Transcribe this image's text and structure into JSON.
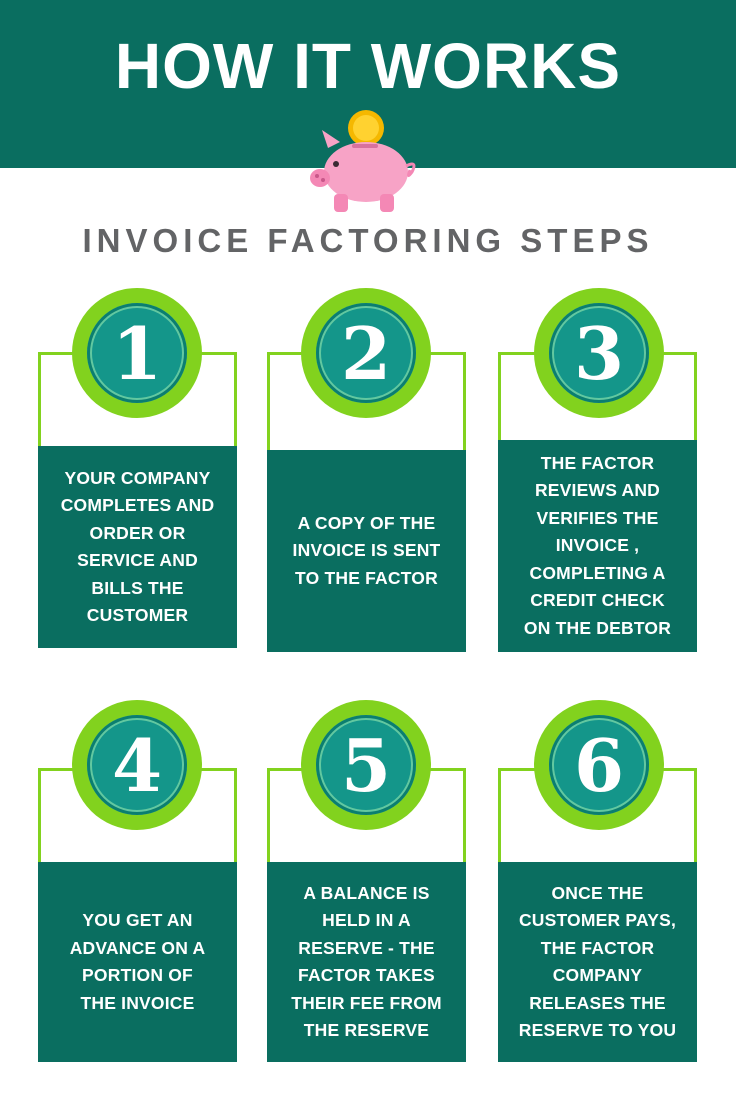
{
  "header": {
    "title": "HOW IT WORKS"
  },
  "subtitle": "INVOICE FACTORING STEPS",
  "icons": {
    "piggy": "piggy-bank-icon"
  },
  "colors": {
    "teal": "#0a6e60",
    "lime": "#82d21e",
    "badge_inner": "#14968a",
    "subtitle_gray": "#636466"
  },
  "steps": [
    {
      "number": "1",
      "text": "YOUR COMPANY\nCOMPLETES AND\nORDER OR\nSERVICE  AND\nBILLS THE\nCUSTOMER"
    },
    {
      "number": "2",
      "text": "A COPY OF THE\nINVOICE IS SENT\nTO THE FACTOR"
    },
    {
      "number": "3",
      "text": "THE FACTOR\nREVIEWS AND\nVERIFIES THE\nINVOICE ,\nCOMPLETING A\nCREDIT CHECK\nON THE DEBTOR"
    },
    {
      "number": "4",
      "text": "YOU GET AN\nADVANCE ON A\nPORTION OF\nTHE INVOICE"
    },
    {
      "number": "5",
      "text": "A BALANCE IS\nHELD IN A\nRESERVE - THE\nFACTOR TAKES\nTHEIR FEE FROM\nTHE RESERVE"
    },
    {
      "number": "6",
      "text": "ONCE THE\nCUSTOMER PAYS,\nTHE FACTOR\nCOMPANY\nRELEASES THE\nRESERVE  TO YOU"
    }
  ]
}
